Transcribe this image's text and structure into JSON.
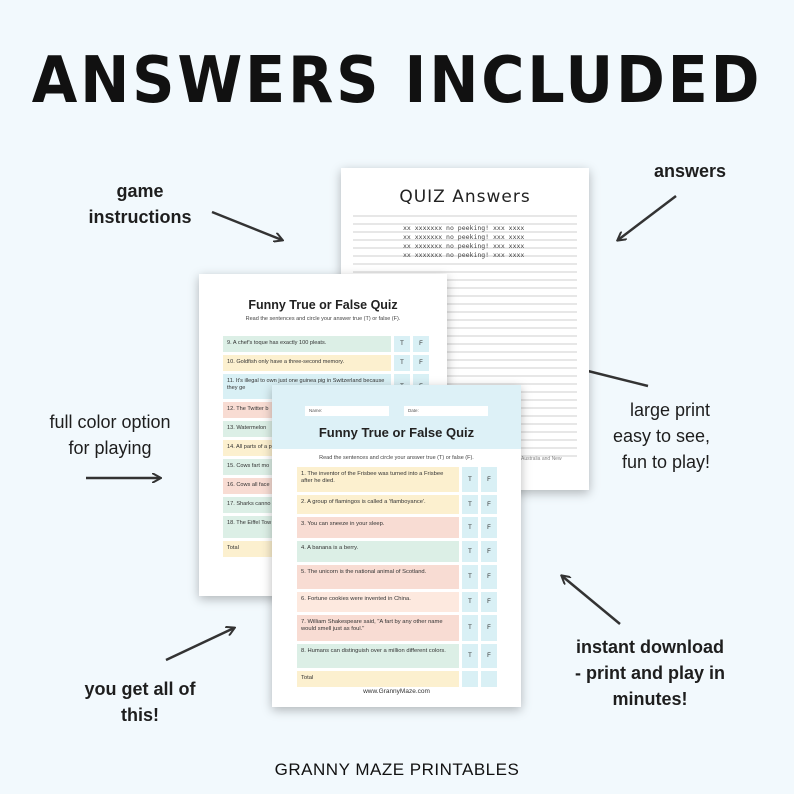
{
  "headline": "ANSWERS INCLUDED",
  "annotations": {
    "game_instructions": "game\ninstructions",
    "answers": "answers",
    "full_color": "full color option\nfor playing",
    "large_print": "large print\neasy to see,\nfun to play!",
    "you_get": "you get all of\nthis!",
    "instant": "instant download\n- print and play in\nminutes!"
  },
  "answers_sheet": {
    "title": "QUIZ Answers",
    "peek_lines": [
      "xx xxxxxxx no peeking! xxx xxxx",
      "xx xxxxxxx no peeking! xxx xxxx",
      "xx xxxxxxx no peeking! xxx xxxx",
      "xx xxxxxxx no peeking! xxx xxxx"
    ],
    "fragment": "Australia and New"
  },
  "back_quiz": {
    "title": "Funny True or False Quiz",
    "subtitle": "Read the sentences and circle your answer true (T) or false (F).",
    "true_label": "T",
    "false_label": "F",
    "rows": [
      {
        "text": "9. A chef's toque has exactly 100 pleats.",
        "color": "green"
      },
      {
        "text": "10. Goldfish only have a three-second memory.",
        "color": "yellow"
      },
      {
        "text": "11. It's illegal to own just one guinea pig in Switzerland because they ge",
        "color": "blue"
      },
      {
        "text": "12. The Twitter b",
        "color": "pink"
      },
      {
        "text": "13. Watermelon",
        "color": "green"
      },
      {
        "text": "14. All parts of a p",
        "color": "yellow"
      },
      {
        "text": "15. Cows fart mo",
        "color": "green"
      },
      {
        "text": "16. Cows all face",
        "color": "pink"
      },
      {
        "text": "17. Sharks canno",
        "color": "green"
      },
      {
        "text": "18. The Eiffel Tow summer.",
        "color": "green"
      },
      {
        "text": "Total",
        "color": "yellow"
      }
    ]
  },
  "front_quiz": {
    "name_label": "Name:",
    "date_label": "Date:",
    "title": "Funny True or False Quiz",
    "subtitle": "Read the sentences and circle your answer true (T) or false (F).",
    "true_label": "T",
    "false_label": "F",
    "rows": [
      {
        "text": "1. The inventor of the Frisbee was turned into a Frisbee after he died.",
        "color": "yellow"
      },
      {
        "text": "2. A group of flamingos is called a 'flamboyance'.",
        "color": "yellow"
      },
      {
        "text": "3. You can sneeze in your sleep.",
        "color": "pink"
      },
      {
        "text": "4. A banana is a berry.",
        "color": "green"
      },
      {
        "text": "5. The unicorn is the national animal of Scotland.",
        "color": "pink"
      },
      {
        "text": "6. Fortune cookies were invented in China.",
        "color": "peach"
      },
      {
        "text": "7. William Shakespeare said, \"A fart by any other name would smell just as foul.\"",
        "color": "pink"
      },
      {
        "text": "8. Humans can distinguish over a million different colors.",
        "color": "green"
      },
      {
        "text": "Total",
        "color": "yellow"
      }
    ],
    "website": "www.GrannyMaze.com"
  },
  "footer": "GRANNY MAZE PRINTABLES",
  "colors": {
    "background": "#f2f9fd",
    "green": "#dcefe6",
    "yellow": "#fcf0cf",
    "pink": "#f8dcd3",
    "blue": "#d9f0f5",
    "peach": "#fde9df",
    "header": "#ddf1f7"
  }
}
